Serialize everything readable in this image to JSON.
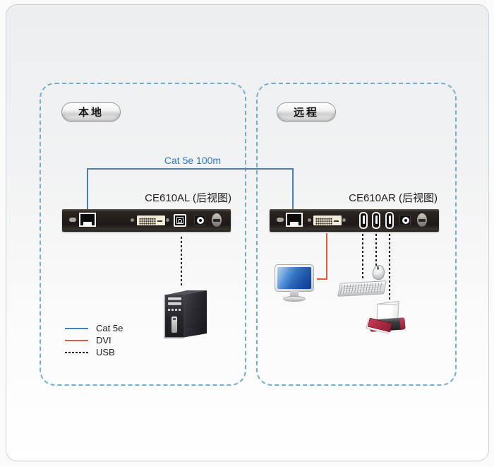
{
  "badges": {
    "local": "本地",
    "remote": "远程"
  },
  "cable_label": "Cat 5e 100m",
  "devices": {
    "local": {
      "label": "CE610AL (后视图)"
    },
    "remote": {
      "label": "CE610AR (后视图)"
    }
  },
  "legend": {
    "items": [
      {
        "label": "Cat 5e",
        "line_style": "solid",
        "color": "#4a80b0"
      },
      {
        "label": "DVI",
        "line_style": "solid",
        "color": "#e2593f"
      },
      {
        "label": "USB",
        "line_style": "dashed",
        "color": "#1e1e1e"
      }
    ]
  },
  "colors": {
    "zone_border": "#75aecd",
    "cat5e_line": "#4a80b0",
    "dvi_line": "#e2593f",
    "usb_line": "#1e1e1e",
    "cable_label_text": "#2f78bb"
  },
  "icons": {
    "local_equipment": [
      "computer-tower"
    ],
    "remote_equipment": [
      "monitor",
      "keyboard",
      "mouse",
      "printer"
    ],
    "local_ports": [
      "slot",
      "rj45",
      "dvi",
      "usb-b",
      "power-jack",
      "ground-screw"
    ],
    "remote_ports": [
      "slot",
      "rj45",
      "dvi",
      "usb-a",
      "usb-a",
      "usb-a",
      "power-jack",
      "ground-screw"
    ]
  }
}
